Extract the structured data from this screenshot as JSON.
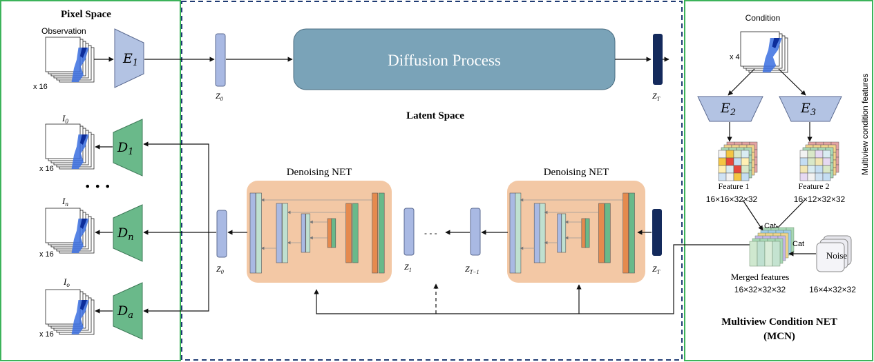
{
  "pixel_space": {
    "title": "Pixel Space",
    "observation_label": "Observation",
    "stacks": [
      {
        "multiplier": "x 16",
        "encoder_label": "E",
        "encoder_sub": "1"
      },
      {
        "top_label": "I",
        "top_sub": "0",
        "multiplier": "x 16",
        "decoder_label": "D",
        "decoder_sub": "1"
      },
      {
        "top_label": "I",
        "top_sub": "n",
        "multiplier": "x 16",
        "decoder_label": "D",
        "decoder_sub": "n"
      },
      {
        "top_label": "I",
        "top_sub": "o",
        "multiplier": "x 16",
        "decoder_label": "D",
        "decoder_sub": "a"
      }
    ],
    "ellipsis": "• • •"
  },
  "latent_space": {
    "title": "Latent Space",
    "diffusion_label": "Diffusion Process",
    "z0_top": "Z",
    "z0_top_sub": "0",
    "zT_top": "Z",
    "zT_top_sub": "T",
    "denoise1_title": "Denoising NET",
    "denoise2_title": "Denoising NET",
    "z0_bottom": "Z",
    "z0_bottom_sub": "0",
    "z1": "Z",
    "z1_sub": "1",
    "zT1": "Z",
    "zT1_sub": "T−1",
    "zT_bottom": "Z",
    "zT_bottom_sub": "T",
    "dashes": "- - -"
  },
  "mcn": {
    "title_line1": "Multiview Condition NET",
    "title_line2": "(MCN)",
    "condition_label": "Condition",
    "condition_multiplier": "x 4",
    "side_label": "Multiview condition features",
    "e2": "E",
    "e2_sub": "2",
    "e3": "E",
    "e3_sub": "3",
    "feature1_name": "Feature 1",
    "feature1_dims": "16×16×32×32",
    "feature2_name": "Feature 2",
    "feature2_dims": "16×12×32×32",
    "cat1": "Cat",
    "cat2": "Cat",
    "merged_name": "Merged features",
    "merged_dims": "16×32×32×32",
    "noise_name": "Noise",
    "noise_dims": "16×4×32×32"
  },
  "colors": {
    "pixel_border": "#3cb35a",
    "latent_border": "#1f3b73",
    "mcn_border": "#3cb35a",
    "encoder_fill": "#b3c3e3",
    "decoder_fill": "#6ab98a",
    "diffusion_fill": "#7aa3b8",
    "denoise_bg": "#f3c8a5",
    "latent_light": "#a9b9e3",
    "latent_dark": "#142a5c"
  }
}
